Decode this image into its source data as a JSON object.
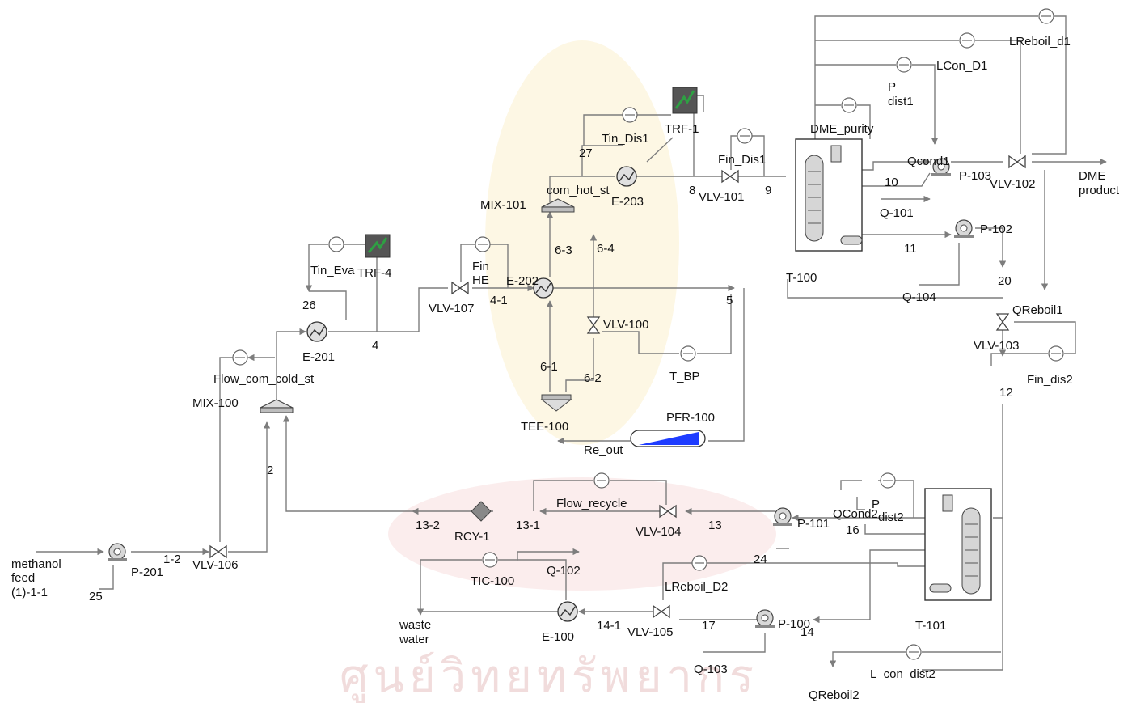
{
  "watermark_text": "ศูนย์วิทยทรัพยากร",
  "colors": {
    "line": "#7d7d7d",
    "text": "#111111",
    "trf": "#2ea043",
    "pfr": "#1e3cff",
    "watermark": "#f1dcdc"
  },
  "labels": [
    {
      "id": "l_methanol",
      "text": "methanol"
    },
    {
      "id": "l_feed",
      "text": "feed"
    },
    {
      "id": "l_feedid",
      "text": "(1)-1-1"
    },
    {
      "id": "l_25",
      "text": "25"
    },
    {
      "id": "l_p201",
      "text": "P-201"
    },
    {
      "id": "l_12",
      "text": "1-2"
    },
    {
      "id": "l_vlv106",
      "text": "VLV-106"
    },
    {
      "id": "l_2",
      "text": "2"
    },
    {
      "id": "l_mix100",
      "text": "MIX-100"
    },
    {
      "id": "l_flowcoldst",
      "text": "Flow_com_cold_st"
    },
    {
      "id": "l_e201",
      "text": "E-201"
    },
    {
      "id": "l_26",
      "text": "26"
    },
    {
      "id": "l_tineva",
      "text": "Tin_Eva"
    },
    {
      "id": "l_trf4",
      "text": "TRF-4"
    },
    {
      "id": "l_4",
      "text": "4"
    },
    {
      "id": "l_vlv107",
      "text": "VLV-107"
    },
    {
      "id": "l_fin",
      "text": "Fin"
    },
    {
      "id": "l_he",
      "text": "HE"
    },
    {
      "id": "l_41",
      "text": "4-1"
    },
    {
      "id": "l_e202",
      "text": "E-202"
    },
    {
      "id": "l_5",
      "text": "5"
    },
    {
      "id": "l_63",
      "text": "6-3"
    },
    {
      "id": "l_64",
      "text": "6-4"
    },
    {
      "id": "l_vlv100",
      "text": "VLV-100"
    },
    {
      "id": "l_61",
      "text": "6-1"
    },
    {
      "id": "l_62",
      "text": "6-2"
    },
    {
      "id": "l_tbp",
      "text": "T_BP"
    },
    {
      "id": "l_tee100",
      "text": "TEE-100"
    },
    {
      "id": "l_pfr100",
      "text": "PFR-100"
    },
    {
      "id": "l_reout",
      "text": "Re_out"
    },
    {
      "id": "l_mix101",
      "text": "MIX-101"
    },
    {
      "id": "l_comhotst",
      "text": "com_hot_st"
    },
    {
      "id": "l_e203",
      "text": "E-203"
    },
    {
      "id": "l_27",
      "text": "27"
    },
    {
      "id": "l_tindis1",
      "text": "Tin_Dis1"
    },
    {
      "id": "l_trf1",
      "text": "TRF-1"
    },
    {
      "id": "l_8",
      "text": "8"
    },
    {
      "id": "l_vlv101",
      "text": "VLV-101"
    },
    {
      "id": "l_findis1",
      "text": "Fin_Dis1"
    },
    {
      "id": "l_9",
      "text": "9"
    },
    {
      "id": "l_dmepurity",
      "text": "DME_purity"
    },
    {
      "id": "l_t100",
      "text": "T-100"
    },
    {
      "id": "l_10",
      "text": "10"
    },
    {
      "id": "l_q101",
      "text": "Q-101"
    },
    {
      "id": "l_11",
      "text": "11"
    },
    {
      "id": "l_qcond1",
      "text": "Qcond1"
    },
    {
      "id": "l_p103",
      "text": "P-103"
    },
    {
      "id": "l_vlv102",
      "text": "VLV-102"
    },
    {
      "id": "l_dme",
      "text": "DME"
    },
    {
      "id": "l_product",
      "text": "product"
    },
    {
      "id": "l_p102",
      "text": "P-102"
    },
    {
      "id": "l_20",
      "text": "20"
    },
    {
      "id": "l_q104",
      "text": "Q-104"
    },
    {
      "id": "l_qreboil1",
      "text": "QReboil1"
    },
    {
      "id": "l_vlv103",
      "text": "VLV-103"
    },
    {
      "id": "l_findis2",
      "text": "Fin_dis2"
    },
    {
      "id": "l_12b",
      "text": "12"
    },
    {
      "id": "l_lreboild1",
      "text": "LReboil_d1"
    },
    {
      "id": "l_lcond1",
      "text": "LCon_D1"
    },
    {
      "id": "l_pdist1a",
      "text": "P"
    },
    {
      "id": "l_pdist1b",
      "text": "dist1"
    },
    {
      "id": "l_132",
      "text": "13-2"
    },
    {
      "id": "l_rcy1",
      "text": "RCY-1"
    },
    {
      "id": "l_131",
      "text": "13-1"
    },
    {
      "id": "l_flowrecycle",
      "text": "Flow_recycle"
    },
    {
      "id": "l_vlv104",
      "text": "VLV-104"
    },
    {
      "id": "l_13",
      "text": "13"
    },
    {
      "id": "l_p101",
      "text": "P-101"
    },
    {
      "id": "l_qcond2",
      "text": "QCond2"
    },
    {
      "id": "l_pdist2a",
      "text": "P"
    },
    {
      "id": "l_pdist2b",
      "text": "dist2"
    },
    {
      "id": "l_16",
      "text": "16"
    },
    {
      "id": "l_24",
      "text": "24"
    },
    {
      "id": "l_lreboild2",
      "text": "LReboil_D2"
    },
    {
      "id": "l_tic100",
      "text": "TIC-100"
    },
    {
      "id": "l_q102",
      "text": "Q-102"
    },
    {
      "id": "l_waste",
      "text": "waste"
    },
    {
      "id": "l_water",
      "text": "water"
    },
    {
      "id": "l_e100",
      "text": "E-100"
    },
    {
      "id": "l_141",
      "text": "14-1"
    },
    {
      "id": "l_vlv105",
      "text": "VLV-105"
    },
    {
      "id": "l_17",
      "text": "17"
    },
    {
      "id": "l_p100",
      "text": "P-100"
    },
    {
      "id": "l_14",
      "text": "14"
    },
    {
      "id": "l_q103",
      "text": "Q-103"
    },
    {
      "id": "l_t101",
      "text": "T-101"
    },
    {
      "id": "l_lcondist2",
      "text": "L_con_dist2"
    },
    {
      "id": "l_qreboil2",
      "text": "QReboil2"
    }
  ]
}
